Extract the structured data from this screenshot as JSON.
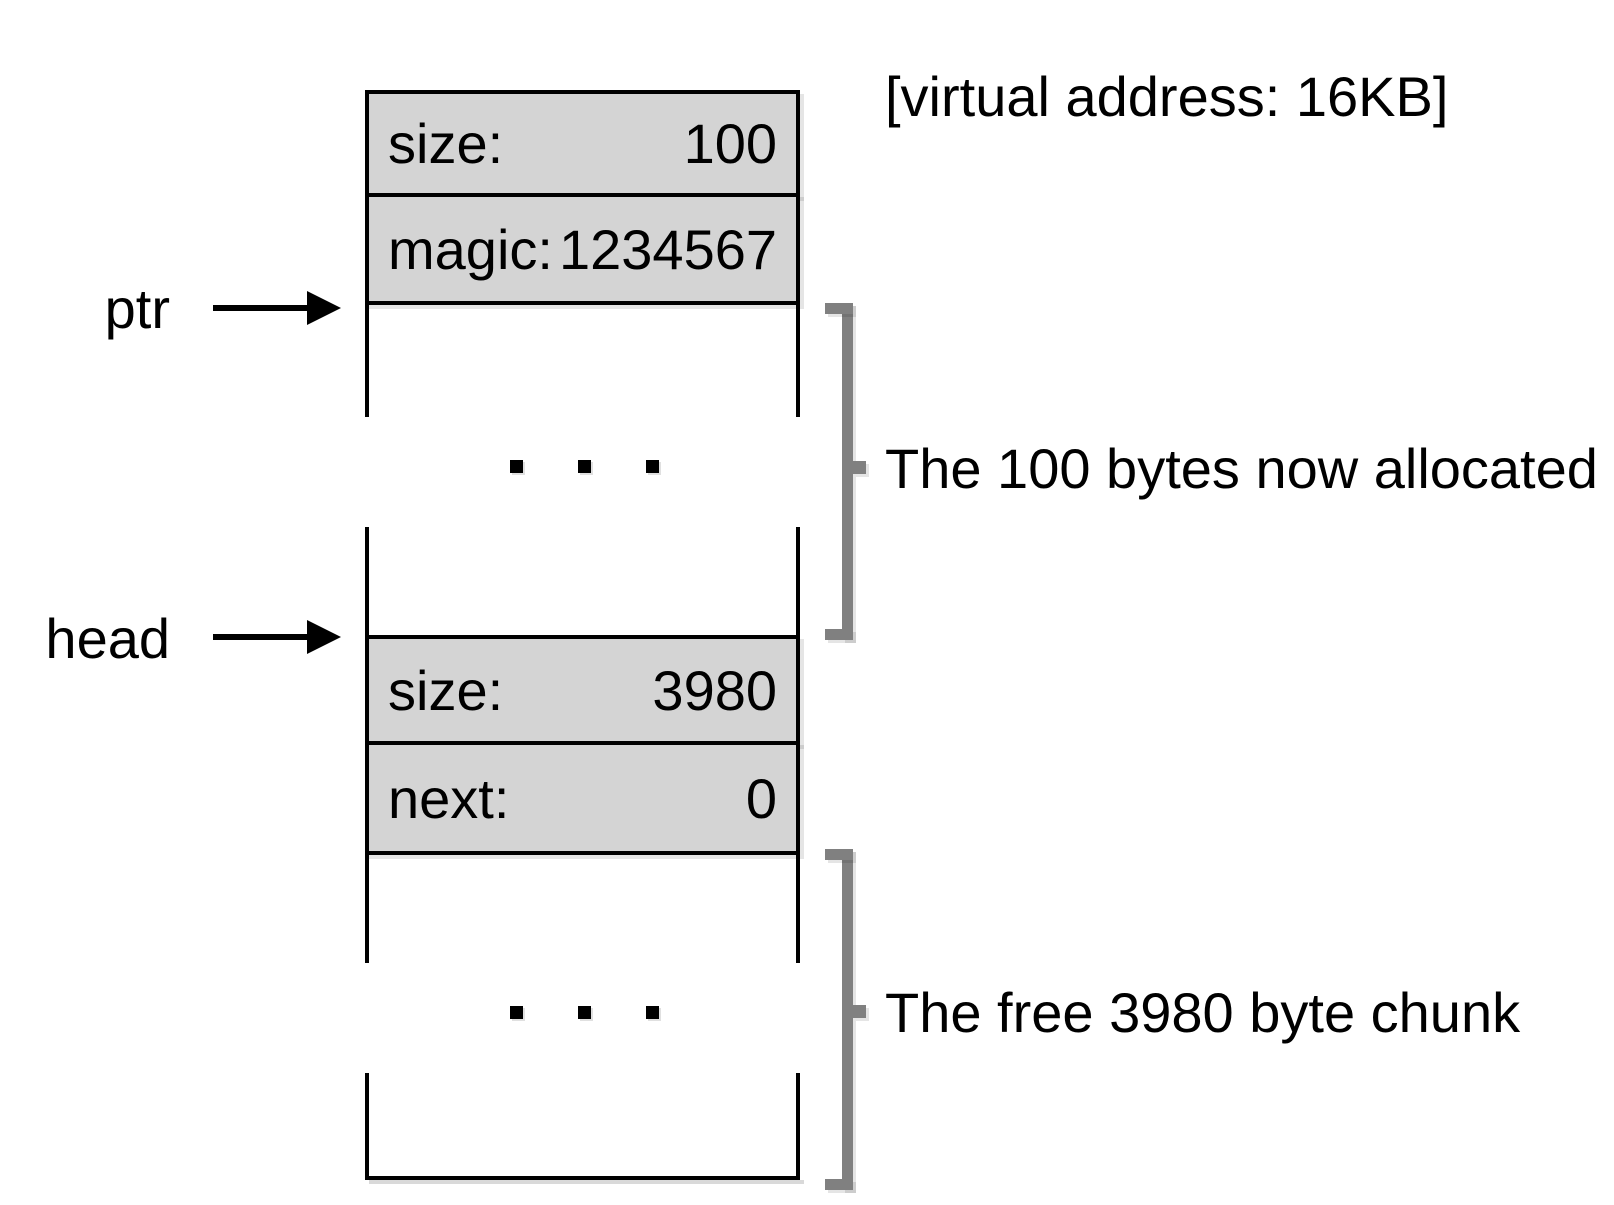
{
  "annotations": {
    "virtual_address": "[virtual address: 16KB]",
    "allocated_note": "The 100 bytes now allocated",
    "free_note": "The free 3980 byte chunk"
  },
  "pointer_labels": {
    "ptr": "ptr",
    "head": "head"
  },
  "allocated_block": {
    "header_rows": [
      {
        "label": "size:",
        "value": "100"
      },
      {
        "label": "magic:",
        "value": "1234567"
      }
    ]
  },
  "free_block": {
    "header_rows": [
      {
        "label": "size:",
        "value": "3980"
      },
      {
        "label": "next:",
        "value": "0"
      }
    ]
  },
  "colors": {
    "header_fill": "#d4d4d4",
    "bracket_gray": "#808080",
    "ink": "#000000"
  }
}
